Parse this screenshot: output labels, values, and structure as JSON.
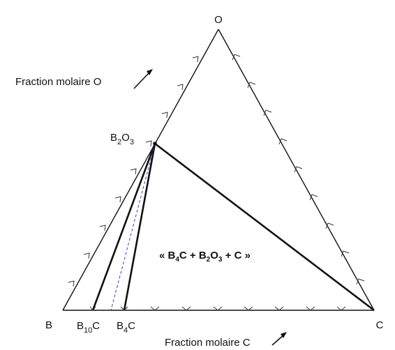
{
  "diagram": {
    "vertices": {
      "O": "O",
      "B": "B",
      "C": "C"
    },
    "compounds": {
      "b2o3": {
        "base": "B",
        "sub": "2",
        "mid": "O",
        "sub2": "3"
      },
      "b10c": {
        "base": "B",
        "sub": "10",
        "mid": "C"
      },
      "b4c": {
        "base": "B",
        "sub": "4",
        "mid": "C"
      }
    },
    "axis_labels": {
      "o_fraction": "Fraction molaire O",
      "c_fraction": "Fraction molaire C"
    },
    "region_label": {
      "open": "« B",
      "sub1": "4",
      "part2": "C + B",
      "sub2": "2",
      "part3": "O",
      "sub3": "3",
      "close": " + C »"
    },
    "tick_count_per_edge": 9
  }
}
